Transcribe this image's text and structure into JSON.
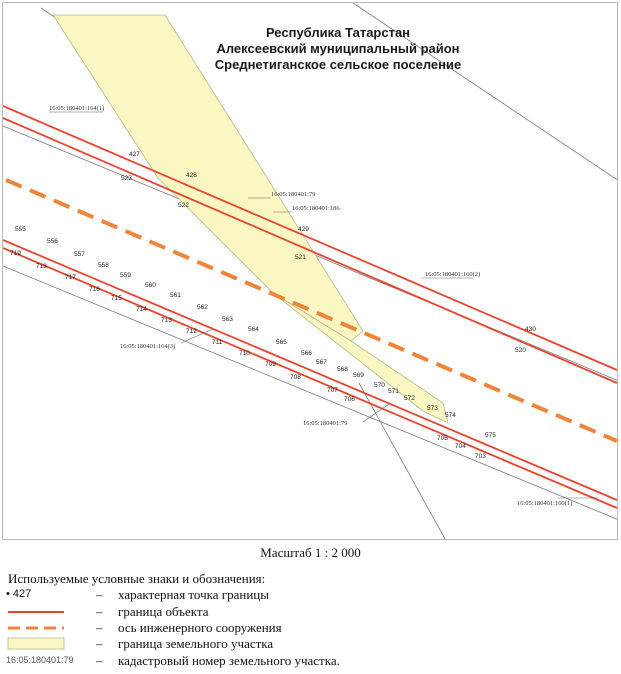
{
  "title": {
    "line1": "Республика Татарстан",
    "line2": "Алексеевский муниципальный район",
    "line3": "Среднетиганское сельское поселение"
  },
  "colors": {
    "boundary_red": "#e8432f",
    "dashed_orange": "#f0853a",
    "parcel_fill": "#fbf7c2",
    "parcel_stroke": "#b9b78c",
    "grey_line": "#777777",
    "text": "#1a1a1a"
  },
  "cadastral_labels": [
    {
      "id": "c1",
      "text": "16:05:180401:164(1)"
    },
    {
      "id": "c2",
      "text": "16:05:180401:79"
    },
    {
      "id": "c3",
      "text": "16:05:180401:186"
    },
    {
      "id": "c4",
      "text": "16:05:180401:160(2)"
    },
    {
      "id": "c5",
      "text": "16:05:180401:164(3)"
    },
    {
      "id": "c6",
      "text": "16:05:180401:79"
    },
    {
      "id": "c7",
      "text": "16:05:180401:160(1)"
    }
  ],
  "boundary_points": [
    {
      "id": "427"
    },
    {
      "id": "523"
    },
    {
      "id": "428"
    },
    {
      "id": "522"
    },
    {
      "id": "429"
    },
    {
      "id": "521"
    },
    {
      "id": "430"
    },
    {
      "id": "520"
    },
    {
      "id": "555"
    },
    {
      "id": "719"
    },
    {
      "id": "556"
    },
    {
      "id": "718"
    },
    {
      "id": "557"
    },
    {
      "id": "717"
    },
    {
      "id": "558"
    },
    {
      "id": "716"
    },
    {
      "id": "559"
    },
    {
      "id": "715"
    },
    {
      "id": "560"
    },
    {
      "id": "714"
    },
    {
      "id": "561"
    },
    {
      "id": "713"
    },
    {
      "id": "562"
    },
    {
      "id": "712"
    },
    {
      "id": "563"
    },
    {
      "id": "711"
    },
    {
      "id": "564"
    },
    {
      "id": "710"
    },
    {
      "id": "565"
    },
    {
      "id": "709"
    },
    {
      "id": "566"
    },
    {
      "id": "708"
    },
    {
      "id": "567"
    },
    {
      "id": "707"
    },
    {
      "id": "568"
    },
    {
      "id": "706"
    },
    {
      "id": "569"
    },
    {
      "id": "570"
    },
    {
      "id": "571"
    },
    {
      "id": "572"
    },
    {
      "id": "573"
    },
    {
      "id": "574"
    },
    {
      "id": "705"
    },
    {
      "id": "704"
    },
    {
      "id": "703"
    },
    {
      "id": "575"
    }
  ],
  "scale": "Масштаб 1 : 2 000",
  "legend": {
    "heading": "Используемые условные знаки и обозначения:",
    "dash": "–",
    "items": [
      {
        "symbol_text": "• 427",
        "text": "характерная точка границы"
      },
      {
        "text": "граница объекта"
      },
      {
        "text": "ось инженерного сооружения"
      },
      {
        "text": "граница земельного участка"
      },
      {
        "symbol_text": "16:05:180401:79",
        "text": "кадастровый номер земельного участка."
      }
    ]
  }
}
